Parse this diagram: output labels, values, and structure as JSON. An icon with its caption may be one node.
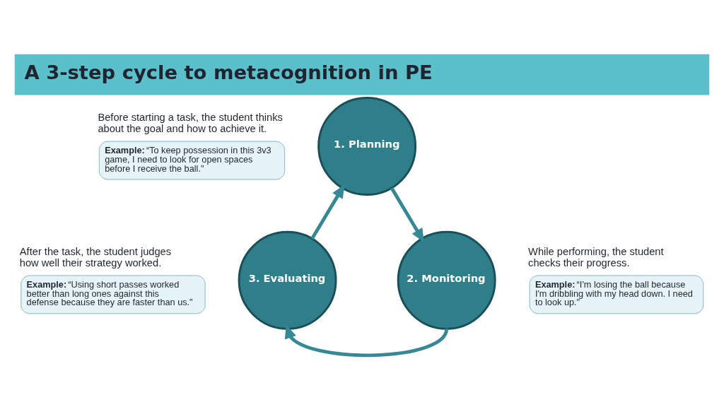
{
  "diagram": {
    "title": "A 3-step cycle to metacognition in PE",
    "nodes": [
      {
        "text": [
          "1. Planning"
        ]
      },
      {
        "text": [
          "2. Monitoring"
        ]
      },
      {
        "text": [
          "3. Evaluating"
        ]
      },
      {
        "text": [
          "**Example:** “To keep possession in this 3v3 game, I need to look for open spaces before I receive the ball.\""
        ],
        "beside": [
          "Before starting a task, the student thinks about the goal and how to achieve it."
        ]
      },
      {
        "text": [
          "**Example:** “I'm losing the ball because I'm dribbling with my head down. I need to look up.\""
        ],
        "beside": [
          "While performing, the student checks their progress."
        ]
      },
      {
        "text": [
          "**Example:** “Using short passes worked better than long ones against this defense because they are faster than us.\""
        ],
        "beside": [
          "After the task, the student judges how well their strategy worked."
        ]
      }
    ],
    "edges": [
      {
        "from": 0,
        "to": 1,
        "arrow": "to"
      },
      {
        "from": 1,
        "to": 2,
        "arrow": "to"
      },
      {
        "from": 2,
        "to": 0,
        "arrow": "to"
      }
    ]
  }
}
